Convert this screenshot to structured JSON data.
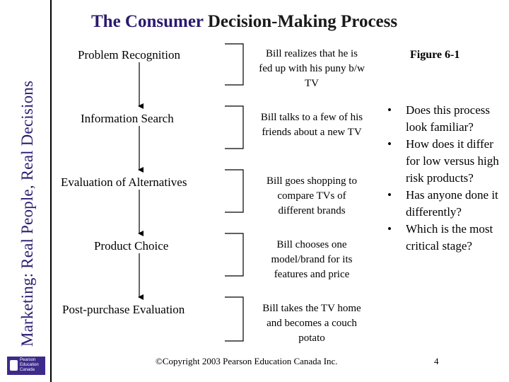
{
  "sidebar": {
    "title": "Marketing: Real People, Real Decisions",
    "logo_text": "Pearson Education Canada"
  },
  "slide": {
    "title_part1": "The Consumer",
    "title_part2": " Decision-Making Process",
    "figure_label": "Figure 6-1"
  },
  "steps": [
    {
      "label": "Problem Recognition",
      "description": "Bill realizes that he is fed up with his puny b/w TV"
    },
    {
      "label": "Information Search",
      "description": "Bill talks to a few of his friends about a new TV"
    },
    {
      "label": "Evaluation of Alternatives",
      "description": "Bill goes shopping to compare TVs of different brands"
    },
    {
      "label": "Product Choice",
      "description": "Bill chooses one model/brand for its features and price"
    },
    {
      "label": "Post-purchase Evaluation",
      "description": "Bill takes the TV home and becomes a couch potato"
    }
  ],
  "bullets": [
    "Does this process look familiar?",
    "How does it differ for low versus high risk products?",
    "Has anyone done it differently?",
    "Which is the most critical stage?"
  ],
  "footer": {
    "copyright": "©Copyright 2003 Pearson Education Canada Inc.",
    "page_number": "4"
  },
  "colors": {
    "title_accent": "#2a1a6e",
    "logo_bg": "#3d2a8a"
  }
}
